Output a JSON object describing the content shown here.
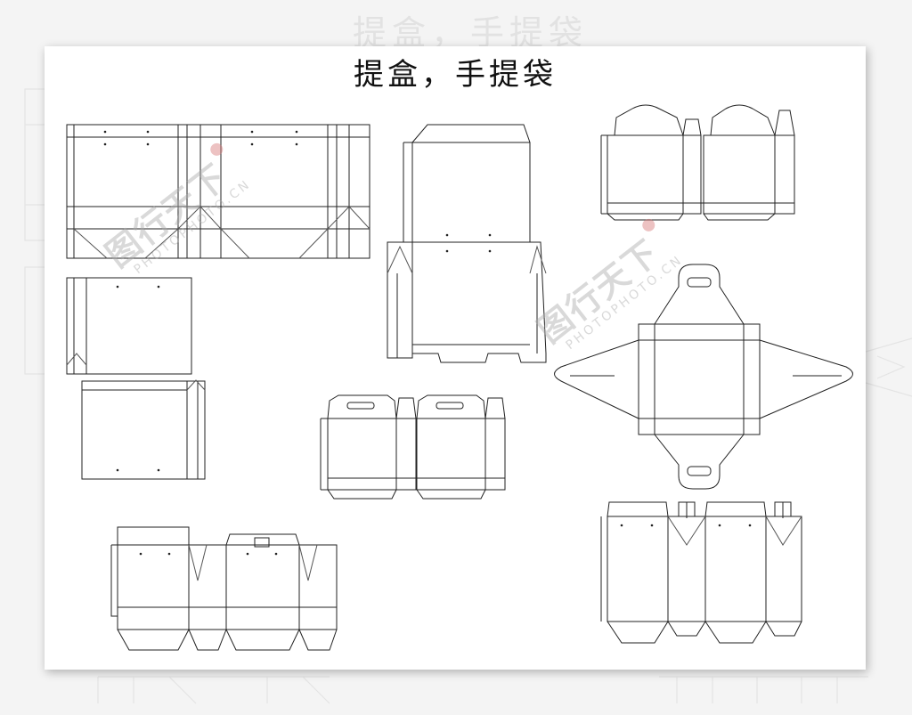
{
  "title": "提盒，手提袋",
  "ghost_title": "提盒，手提袋",
  "watermark": {
    "text_cn": "图行天下",
    "text_en": "PHOTOPHOTO.CN"
  },
  "colors": {
    "background": "#f4f4f4",
    "sheet": "#ffffff",
    "line": "#222222"
  },
  "icons": [
    "watermark-seal-icon"
  ]
}
